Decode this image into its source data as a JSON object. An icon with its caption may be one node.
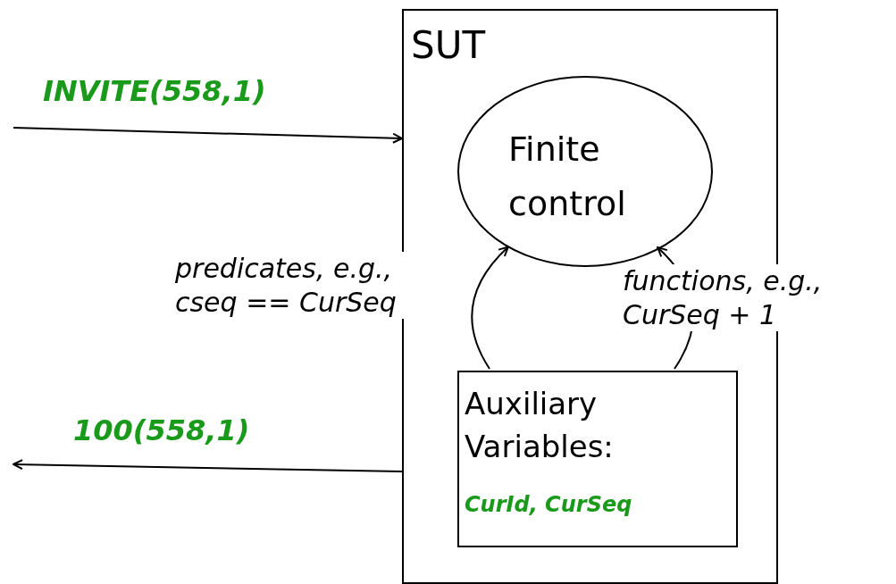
{
  "diagram": {
    "nodes": [
      {
        "text": [
          "SUT"
        ]
      },
      {
        "text": [
          "Finite control"
        ],
        "in": 0
      },
      {
        "text": [
          "Auxiliary Variables:",
          "CurId, CurSeq"
        ],
        "in": 0
      }
    ],
    "edges": [
      {
        "from": null,
        "to": 0,
        "arrow": "to",
        "label": "INVITE(558,1)"
      },
      {
        "from": 2,
        "to": 1,
        "arrow": "to",
        "label": "predicates, e.g., cseq == CurSeq"
      },
      {
        "from": 2,
        "to": 1,
        "arrow": "to",
        "label": "functions, e.g., CurSeq + 1"
      },
      {
        "from": 0,
        "to": null,
        "arrow": "to",
        "label": "100(558,1)"
      }
    ]
  }
}
